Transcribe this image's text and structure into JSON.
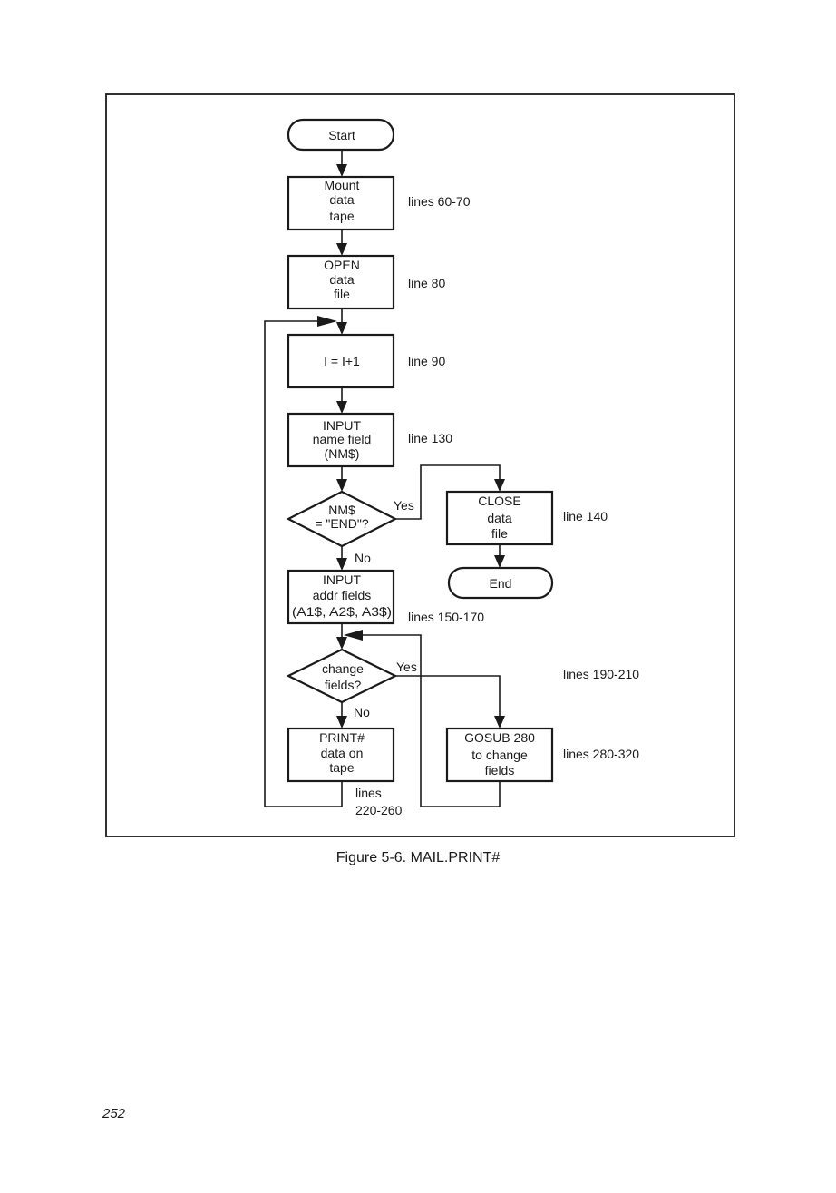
{
  "flowchart": {
    "nodes": {
      "start": [
        "Start"
      ],
      "mount": [
        "Mount",
        "data",
        "tape"
      ],
      "open": [
        "OPEN",
        "data",
        "file"
      ],
      "incr": [
        "I = I+1"
      ],
      "input_name": [
        "INPUT",
        "name field",
        "(NM$)"
      ],
      "decision_end": [
        "NM$",
        "= \"END\"?"
      ],
      "close": [
        "CLOSE",
        "data",
        "file"
      ],
      "end": [
        "End"
      ],
      "input_addr": [
        "INPUT",
        "addr fields",
        "(A1$, A2$, A3$)"
      ],
      "decision_change": [
        "change",
        "fields?"
      ],
      "print": [
        "PRINT#",
        "data on",
        "tape"
      ],
      "gosub": [
        "GOSUB 280",
        "to change",
        "fields"
      ]
    },
    "edge_labels": {
      "end_yes": "Yes",
      "end_no": "No",
      "change_yes": "Yes",
      "change_no": "No"
    },
    "notes": {
      "mount": "lines 60-70",
      "open": "line 80",
      "incr": "line 90",
      "input_name": "line 130",
      "close": "line 140",
      "input_addr": "lines 150-170",
      "decision_change": "lines 190-210",
      "gosub": "lines 280-320",
      "print": [
        "lines",
        "220-260"
      ]
    }
  },
  "caption": "Figure 5-6. MAIL.PRINT#",
  "page_number": "252"
}
